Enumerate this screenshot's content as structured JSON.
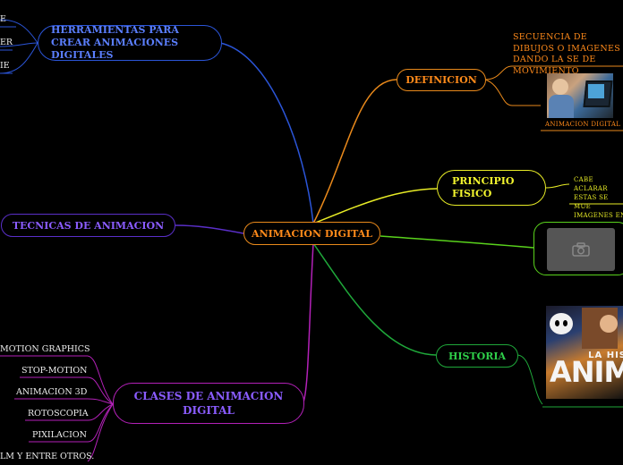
{
  "central": "ANIMACION DIGITAL",
  "branches": {
    "herramientas": "HERRAMIENTAS PARA CREAR ANIMACIONES DIGITALES",
    "tecnicas": "TECNICAS DE ANIMACION",
    "clases": "CLASES DE ANIMACION DIGITAL",
    "definicion": "DEFINICION",
    "principio": "PRINCIPIO FISICO",
    "historia": "HISTORIA"
  },
  "herramientas_leaves": [
    "E",
    "ER",
    "IE"
  ],
  "clases_leaves": [
    "MOTION GRAPHICS",
    "STOP-MOTION",
    "ANIMACION 3D",
    "ROTOSCOPIA",
    "PIXILACION",
    "LM Y ENTRE OTROS."
  ],
  "definicion_text": "SECUENCIA DE DIBUJOS O IMAGENES DANDO LA SE DE MOVIMIENTO",
  "definicion_caption": "ANIMACION DIGITAL",
  "principio_text": "CABE ACLARAR ESTAS SE MUE IMAGENES EN",
  "historia_image_text": "LA HIS ANIM",
  "colors": {
    "blue": "#2b55d8",
    "indigo": "#5a2fc9",
    "magenta": "#b321b8",
    "orange": "#e9891b",
    "yellow": "#e8ec26",
    "lime": "#59d21c",
    "green": "#1fa83a",
    "central_text": "#ff8a1a",
    "indigo_text": "#8a5cff"
  },
  "icons": [
    "camera-icon"
  ]
}
